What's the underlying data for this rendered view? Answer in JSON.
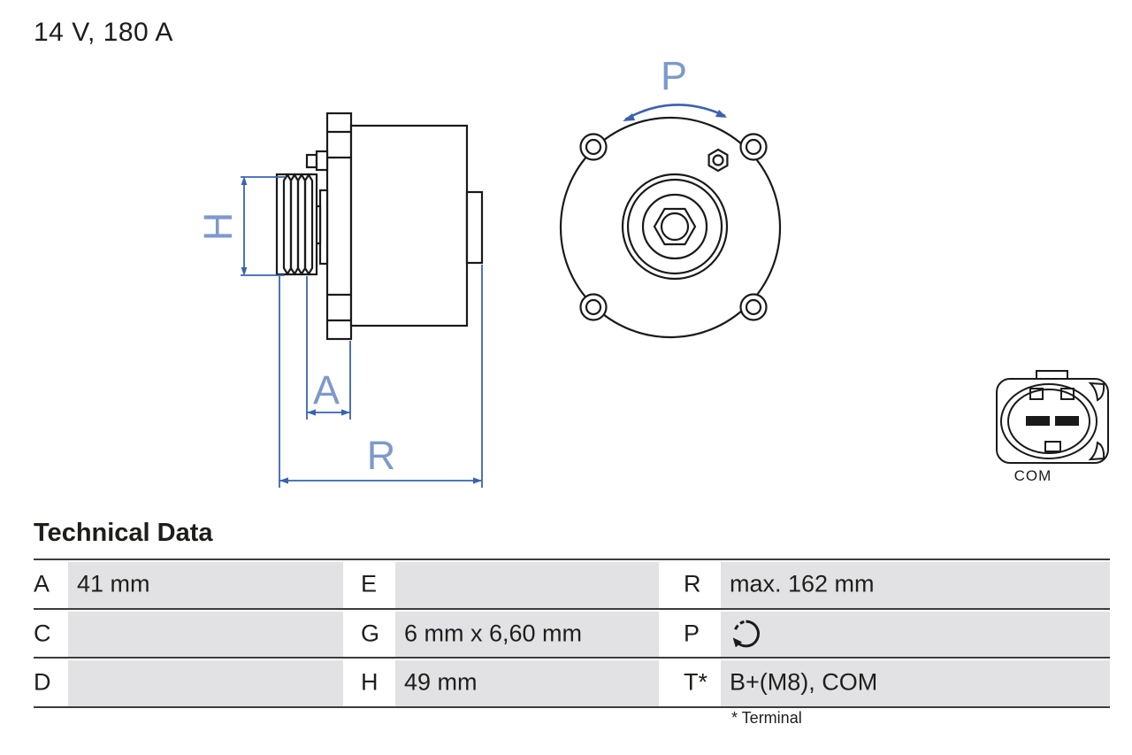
{
  "product": {
    "rating": "14 V, 180 A"
  },
  "diagram": {
    "dim_labels": {
      "h": "H",
      "a": "A",
      "r": "R",
      "p": "P"
    },
    "connector_label": "COM",
    "colors": {
      "dimension_line": "#3a62b0",
      "dimension_label": "#7d99cc",
      "drawing_line": "#1a1a1a",
      "table_cell_gray": "#e2e2e4"
    }
  },
  "table": {
    "title": "Technical Data",
    "rows": [
      {
        "c1": {
          "label": "A",
          "value": "41 mm"
        },
        "c2": {
          "label": "E",
          "value": ""
        },
        "c3": {
          "label": "R",
          "value": "max. 162 mm"
        }
      },
      {
        "c1": {
          "label": "C",
          "value": ""
        },
        "c2": {
          "label": "G",
          "value": "6 mm x 6,60 mm"
        },
        "c3": {
          "label": "P",
          "value": "",
          "icon": "rotation-cw-icon"
        }
      },
      {
        "c1": {
          "label": "D",
          "value": ""
        },
        "c2": {
          "label": "H",
          "value": "49 mm"
        },
        "c3": {
          "label": "T*",
          "value": "B+(M8), COM"
        }
      }
    ],
    "footnote": "* Terminal"
  }
}
